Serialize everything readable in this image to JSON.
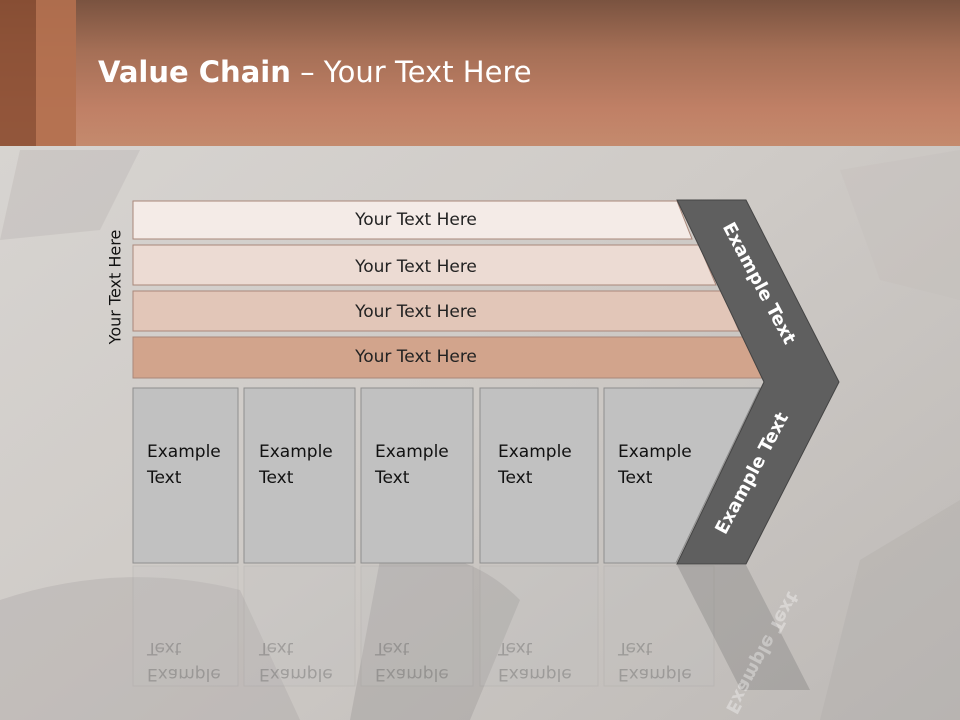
{
  "slide": {
    "title_bold": "Value Chain",
    "title_rest": " – Your Text Here",
    "side_label": "Your Text Here",
    "bands": [
      "Your Text Here",
      "Your Text Here",
      "Your Text Here",
      "Your Text Here"
    ],
    "boxes": [
      {
        "line1": "Example",
        "line2": "Text"
      },
      {
        "line1": "Example",
        "line2": "Text"
      },
      {
        "line1": "Example",
        "line2": "Text"
      },
      {
        "line1": "Example",
        "line2": "Text"
      },
      {
        "line1": "Example",
        "line2": "Text"
      }
    ],
    "chevron_top_text": "Example Text",
    "chevron_bottom_text": "Example Text"
  },
  "colors": {
    "band1": "#f4ebe7",
    "band2": "#ecdbd3",
    "band3": "#e2c6b8",
    "band4": "#d2a48c",
    "box_fill": "#c1c1c1",
    "chevron": "#5f5f5f",
    "header": "#c08066"
  }
}
